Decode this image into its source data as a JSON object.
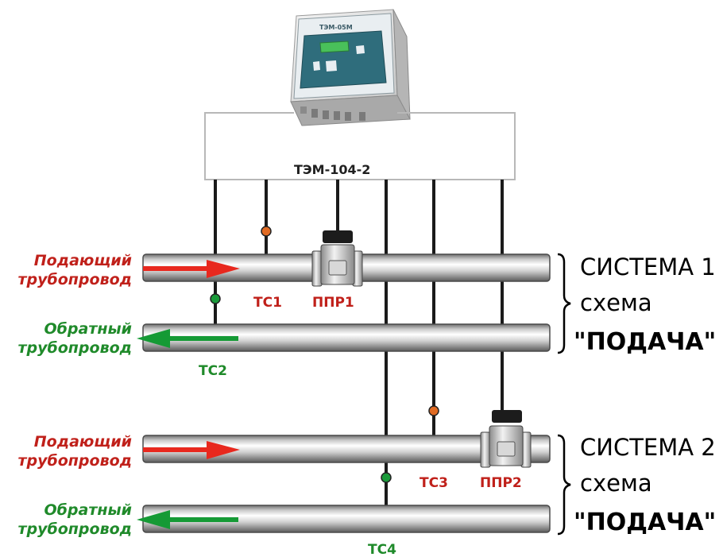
{
  "device": {
    "model_label": "ТЭМ-104-2",
    "panel_title": "ТЭМ-05М"
  },
  "colors": {
    "supply_label": "#c0201a",
    "return_label": "#1f8a2a",
    "supply_arrow": "#e8281e",
    "return_arrow": "#159a35",
    "sensor_supply": "#e06a22",
    "sensor_return": "#1a9a3a",
    "wire": "#1a1a1a",
    "cabinet_line": "#b8b8b8"
  },
  "systems": [
    {
      "title": "СИСТЕМА 1",
      "scheme": "схема",
      "mode": "\"ПОДАЧА\"",
      "supply_pipe": {
        "label_line1": "Подающий",
        "label_line2": "трубопровод"
      },
      "return_pipe": {
        "label_line1": "Обратный",
        "label_line2": "трубопровод"
      },
      "sensors": {
        "supply_temp": "ТС1",
        "flow_meter": "ППР1",
        "return_temp": "ТС2"
      }
    },
    {
      "title": "СИСТЕМА 2",
      "scheme": "схема",
      "mode": "\"ПОДАЧА\"",
      "supply_pipe": {
        "label_line1": "Подающий",
        "label_line2": "трубопровод"
      },
      "return_pipe": {
        "label_line1": "Обратный",
        "label_line2": "трубопровод"
      },
      "sensors": {
        "supply_temp": "ТС3",
        "flow_meter": "ППР2",
        "return_temp": "ТС4"
      }
    }
  ]
}
